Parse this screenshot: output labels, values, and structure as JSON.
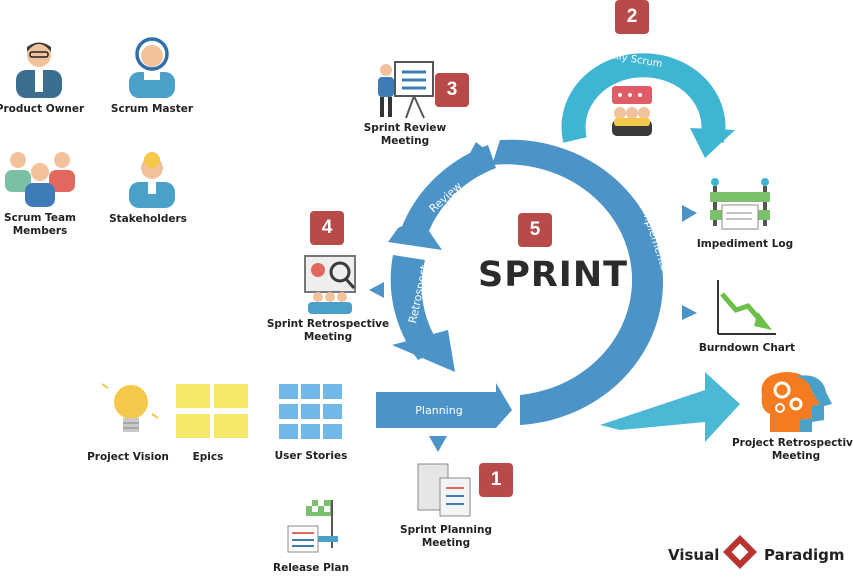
{
  "roles": {
    "product_owner": "Product Owner",
    "scrum_master": "Scrum Master",
    "scrum_team": "Scrum Team\nMembers",
    "stakeholders": "Stakeholders"
  },
  "center": {
    "title": "SPRINT"
  },
  "cycle": {
    "review": "Review",
    "retrospect": "Retrospect",
    "implementation": "Implementation",
    "planning": "Planning",
    "daily_scrum": "Daily Scrum"
  },
  "badges": {
    "b1": "1",
    "b2": "2",
    "b3": "3",
    "b4": "4",
    "b5": "5"
  },
  "artifacts": {
    "sprint_review": "Sprint Review\nMeeting",
    "sprint_retro": "Sprint Retrospective\nMeeting",
    "impediment_log": "Impediment Log",
    "burndown": "Burndown Chart",
    "project_retro": "Project Retrospective\nMeeting",
    "project_vision": "Project Vision",
    "epics": "Epics",
    "user_stories": "User Stories",
    "sprint_planning": "Sprint Planning\nMeeting",
    "release_plan": "Release Plan"
  },
  "brand": {
    "left": "Visual",
    "right": "Paradigm"
  },
  "colors": {
    "cycle_blue": "#4c93c8",
    "daily_scrum": "#3fb5d4",
    "badge": "#b84a4a",
    "big_arrow": "#4bb8d4"
  }
}
